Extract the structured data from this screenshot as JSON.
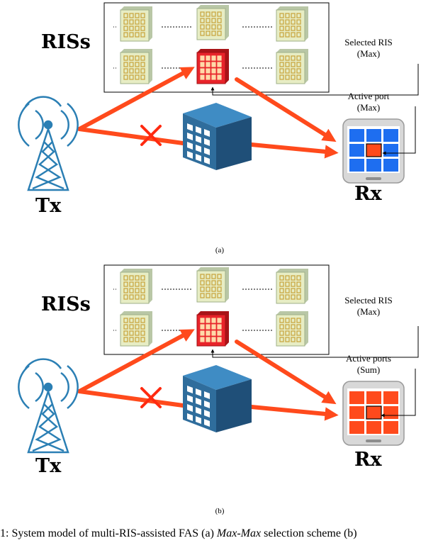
{
  "colors": {
    "arrow": "#ff4a1c",
    "tower": "#2b7fb4",
    "cross": "#ff2a10",
    "ris_tile": "#e7edc4",
    "ris_element": "#c8a23a",
    "selected_ris": "#e8232a",
    "active_port": "#ff4a1c",
    "inactive_port": "#1e6ef0",
    "building": "#2f6d9c"
  },
  "panels": [
    {
      "id": "a",
      "ris_label": "RISs",
      "selected_ris_label": "Selected RIS",
      "selected_ris_rule": "(Max)",
      "active_port_label": "Active port",
      "active_port_rule": "(Max)",
      "tx_label": "Tx",
      "rx_label": "Rx",
      "sublabel": "(a)",
      "port_mode": "single",
      "icons": [
        "ris-panel-icon",
        "antenna-tower-icon",
        "building-icon",
        "blocked-link-icon",
        "phone-icon"
      ]
    },
    {
      "id": "b",
      "ris_label": "RISs",
      "selected_ris_label": "Selected RIS",
      "selected_ris_rule": "(Max)",
      "active_port_label": "Active ports",
      "active_port_rule": "(Sum)",
      "tx_label": "Tx",
      "rx_label": "Rx",
      "sublabel": "(b)",
      "port_mode": "all",
      "icons": [
        "ris-panel-icon",
        "antenna-tower-icon",
        "building-icon",
        "blocked-link-icon",
        "phone-icon"
      ]
    }
  ],
  "caption": {
    "prefix": "1: System model of multi-RIS-assisted FAS (a) ",
    "scheme_a": "Max-Max",
    "middle": " selection scheme (b)"
  }
}
